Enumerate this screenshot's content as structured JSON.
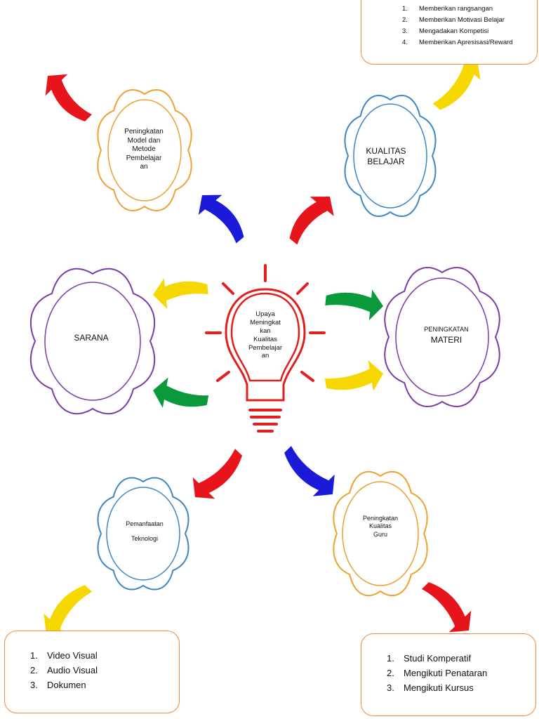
{
  "center": {
    "label_lines": [
      "Upaya",
      "Meningkat",
      "kan",
      "Kualitas",
      "Pembelajar",
      "an"
    ],
    "color": "#e0201e"
  },
  "nodes": {
    "top_left": {
      "label_lines": [
        "Peningkatan",
        "Model dan",
        "Metode",
        "Pembelajar",
        "an"
      ],
      "color": "#f0a030"
    },
    "top_right": {
      "label_lines": [
        "KUALITAS",
        "BELAJAR"
      ],
      "color": "#3a86c8"
    },
    "left": {
      "label": "SARANA",
      "color": "#7a3aa8"
    },
    "right": {
      "label_small": "PENINGKATAN",
      "label_big": "MATERI",
      "color": "#7a3aa8"
    },
    "bottom_left": {
      "label_lines": [
        "Pemanfaatan",
        "",
        "Teknologi"
      ],
      "color": "#3a86c8"
    },
    "bottom_right": {
      "label_lines": [
        "Peningkatan",
        "Kualitas",
        "Guru"
      ],
      "color": "#f0a030"
    }
  },
  "boxes": {
    "top_right": {
      "items": [
        "Memberikan rangsangan",
        "Memberikan Motivasi Belajar",
        "Mengadakan Kompetisi",
        "Memberikan Apresisasi/Reward"
      ],
      "numbers": [
        "1.",
        "2.",
        "3.",
        "4."
      ]
    },
    "bottom_left": {
      "items": [
        "Video Visual",
        "Audio Visual",
        "Dokumen"
      ],
      "numbers": [
        "1.",
        "2.",
        "3."
      ]
    },
    "bottom_right": {
      "items": [
        "Studi Komperatif",
        "Mengikuti Penataran",
        "Mengikuti Kursus"
      ],
      "numbers": [
        "1.",
        "2.",
        "3."
      ]
    }
  },
  "arrow_colors": {
    "red": "#e8141c",
    "blue": "#1a1ad8",
    "yellow": "#f7d700",
    "green": "#0a9a3c"
  }
}
